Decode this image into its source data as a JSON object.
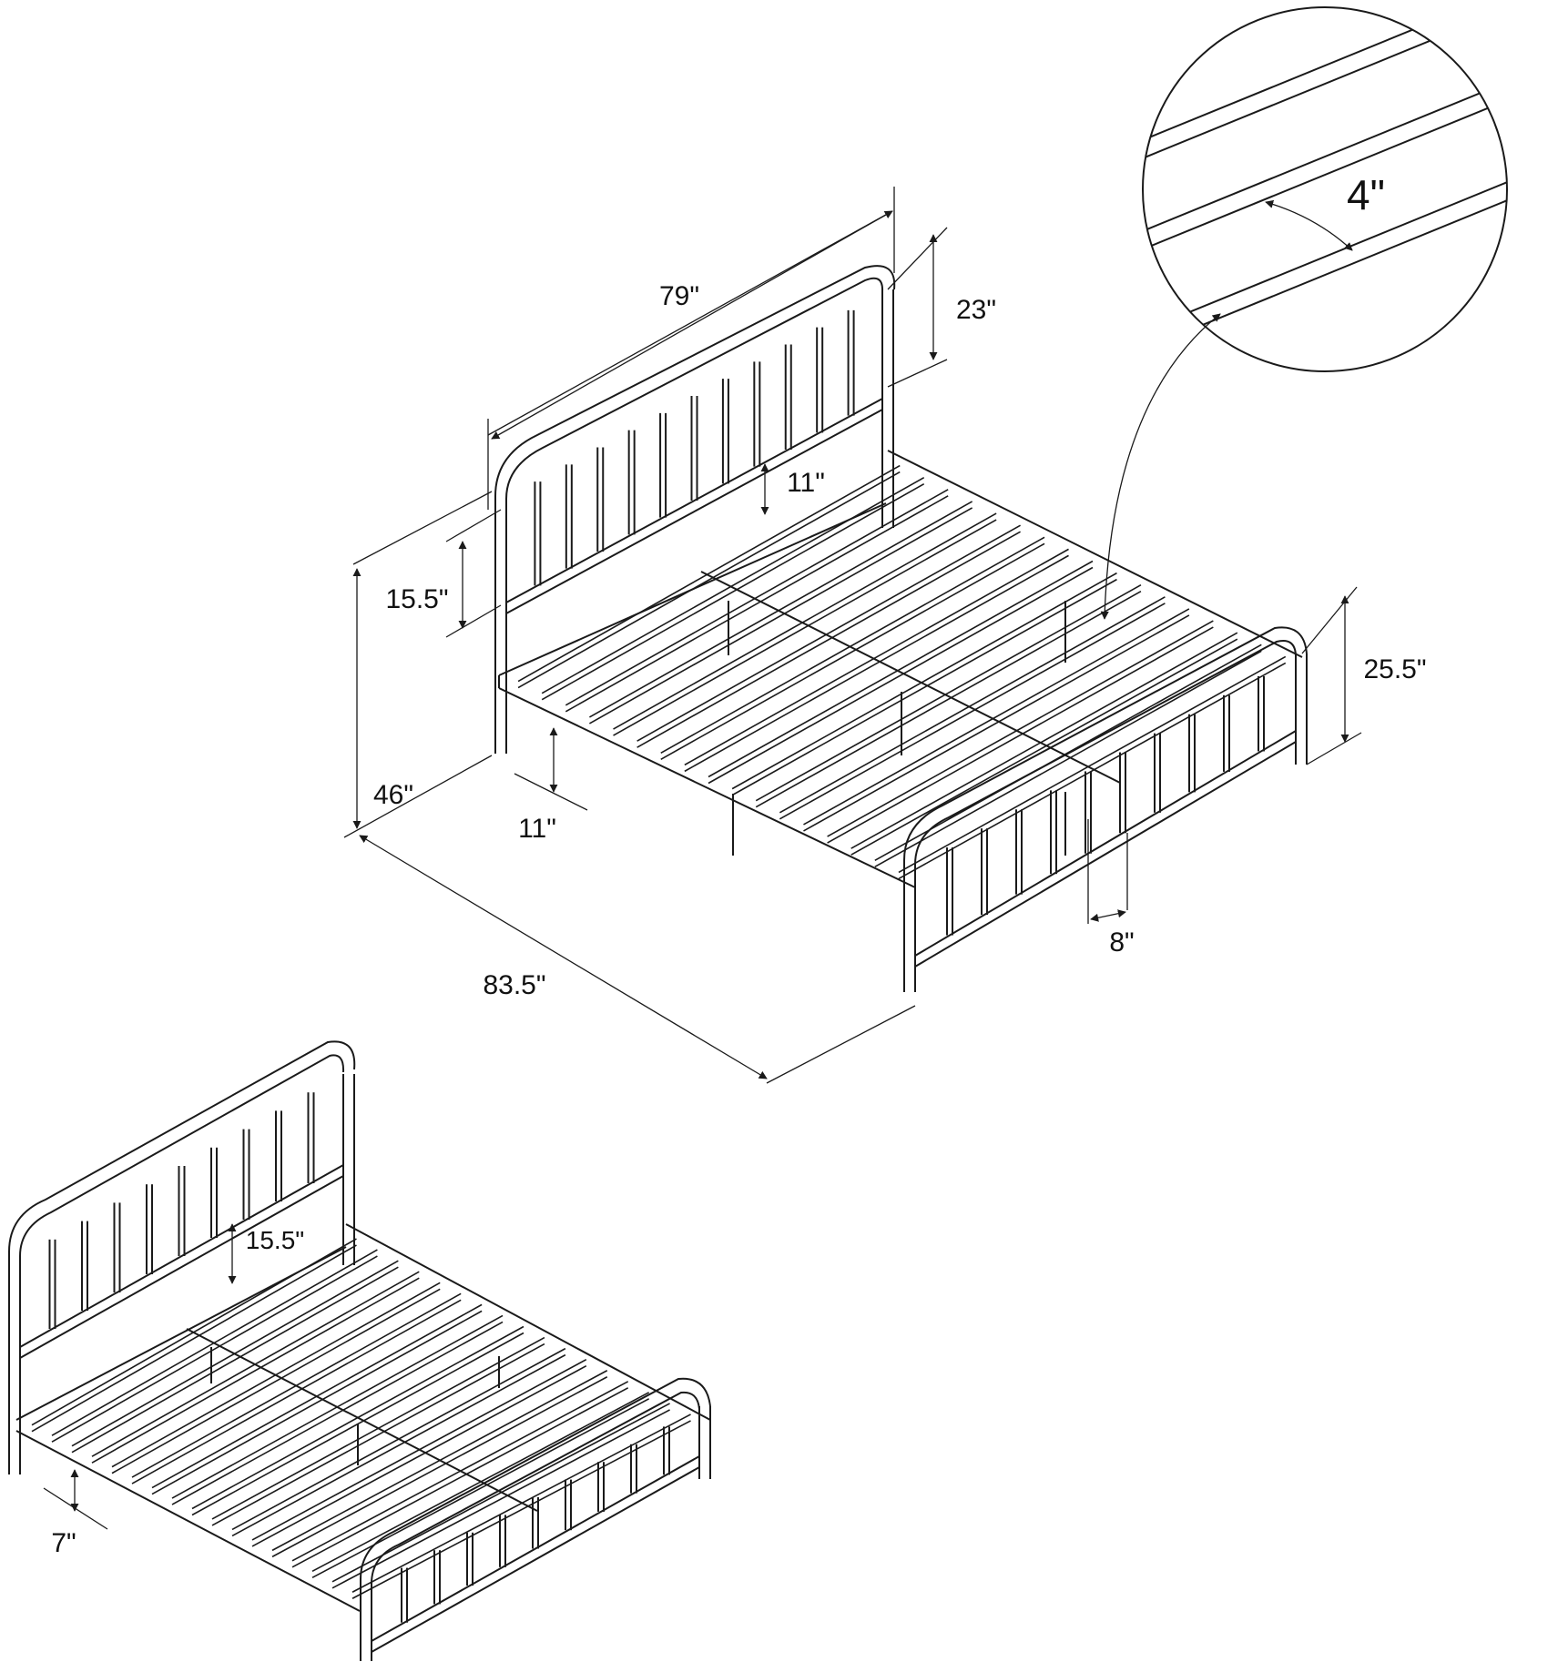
{
  "colors": {
    "line": "#1a1a1a",
    "background": "#ffffff"
  },
  "dimensions": {
    "headboard_width": "79\"",
    "headboard_top_height": "23\"",
    "headboard_gap": "11\"",
    "headboard_lower": "15.5\"",
    "total_height": "46\"",
    "under_bed_clearance": "11\"",
    "length": "83.5\"",
    "footboard_height": "25.5\"",
    "footboard_spacing": "8\"",
    "slat_spacing_detail": "4\"",
    "low_headboard_lower": "15.5\"",
    "low_clearance": "7\""
  }
}
